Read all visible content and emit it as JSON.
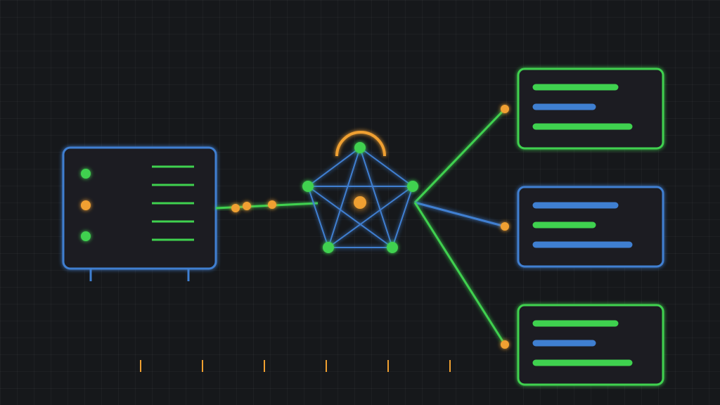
{
  "diagram": {
    "theme": {
      "background": "#16181b",
      "blue": "#3f7fd1",
      "green": "#3fd14f",
      "orange": "#f0a030"
    },
    "nodes": [
      {
        "id": "source-panel",
        "kind": "server-panel",
        "color": "blue",
        "indicators": [
          "green",
          "orange",
          "green"
        ],
        "text_lines": 5
      },
      {
        "id": "network-hub",
        "kind": "pentagon-mesh",
        "color": "blue",
        "vertices": 5,
        "vertex_color": "green",
        "center_color": "orange",
        "has_arc": true
      },
      {
        "id": "output-card-1",
        "kind": "card",
        "color": "green",
        "bars": [
          "green",
          "blue",
          "green"
        ]
      },
      {
        "id": "output-card-2",
        "kind": "card",
        "color": "blue",
        "bars": [
          "blue",
          "green",
          "blue"
        ]
      },
      {
        "id": "output-card-3",
        "kind": "card",
        "color": "green",
        "bars": [
          "green",
          "blue",
          "green"
        ]
      }
    ],
    "edges": [
      {
        "from": "source-panel",
        "to": "network-hub",
        "color": "green",
        "packet_count": 3
      },
      {
        "from": "network-hub",
        "to": "output-card-1",
        "color": "green"
      },
      {
        "from": "network-hub",
        "to": "output-card-2",
        "color": "blue"
      },
      {
        "from": "network-hub",
        "to": "output-card-3",
        "color": "green"
      }
    ],
    "timeline": {
      "color": "blue",
      "tick_color": "orange",
      "tick_count": 6
    }
  }
}
